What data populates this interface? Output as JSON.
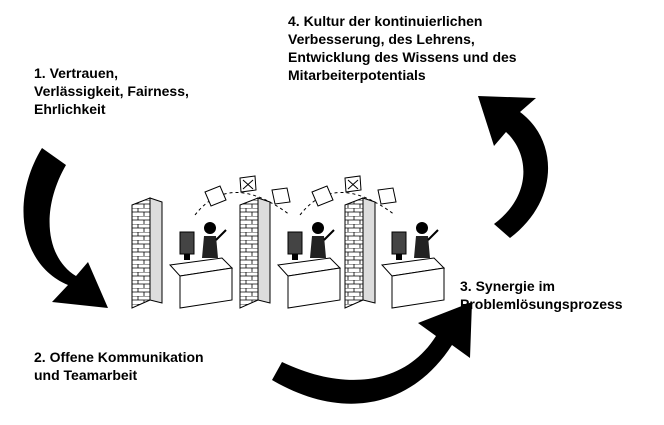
{
  "labels": {
    "step1": {
      "lines": [
        "1. Vertrauen,",
        "Verlässigkeit, Fairness,",
        "Ehrlichkeit"
      ]
    },
    "step2": {
      "lines": [
        "2. Offene Kommunikation",
        "und Teamarbeit"
      ]
    },
    "step3": {
      "lines": [
        "3. Synergie im",
        "Problemlösungsprozess"
      ]
    },
    "step4": {
      "lines": [
        "4. Kultur der kontinuierlichen",
        "Verbesserung, des Lehrens,",
        "Entwicklung des Wissens und des",
        "Mitarbeiterpotentials"
      ]
    }
  },
  "colors": {
    "arrow": "#000000",
    "text": "#000000",
    "background": "#ffffff"
  }
}
